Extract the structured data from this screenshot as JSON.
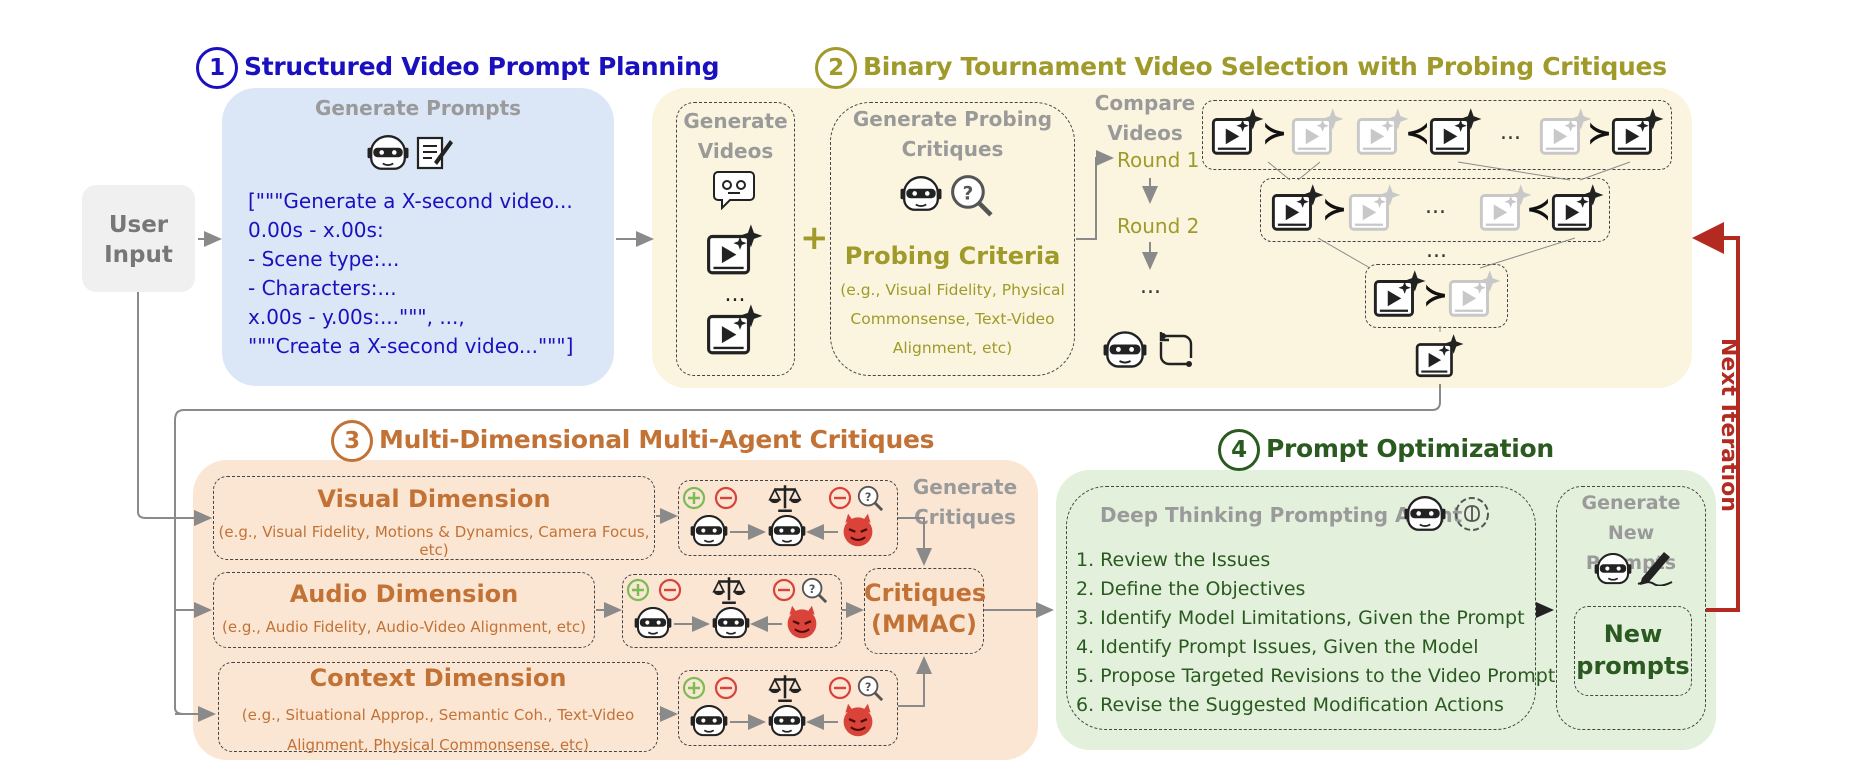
{
  "user_input": {
    "label_line1": "User",
    "label_line2": "Input"
  },
  "stage1": {
    "number": "1",
    "title": "Structured Video Prompt Planning",
    "header": "Generate Prompts",
    "prompt_lines": [
      "[\"\"\"Generate a X-second video...",
      "0.00s - x.00s:",
      "- Scene type:...",
      "- Characters:...",
      "x.00s - y.00s:...\"\"\", ...,",
      "\"\"\"Create a X-second video...\"\"\"]"
    ]
  },
  "stage2": {
    "number": "2",
    "title": "Binary Tournament Video Selection with Probing Critiques",
    "generate_videos_line1": "Generate",
    "generate_videos_line2": "Videos",
    "ellipsis": "...",
    "plus": "+",
    "probing_header_line1": "Generate Probing",
    "probing_header_line2": "Critiques",
    "probing_criteria": "Probing Criteria",
    "probing_examples": [
      "(e.g., Visual Fidelity, Physical",
      "Commonsense, Text-Video",
      "Alignment, etc)"
    ],
    "compare_line1": "Compare",
    "compare_line2": "Videos",
    "round1": "Round 1",
    "round2": "Round 2",
    "round_ellipsis": "...",
    "bracket_ellipsis": "...",
    "gt": "≻",
    "lt": "≺"
  },
  "stage3": {
    "number": "3",
    "title": "Multi-Dimensional Multi-Agent Critiques",
    "visual_title": "Visual Dimension",
    "visual_desc": "(e.g., Visual Fidelity, Motions & Dynamics, Camera Focus, etc)",
    "audio_title": "Audio Dimension",
    "audio_desc": "(e.g., Audio Fidelity, Audio-Video Alignment, etc)",
    "context_title": "Context Dimension",
    "context_desc_line1": "(e.g., Situational Approp., Semantic Coh., Text-Video",
    "context_desc_line2": "Alignment, Physical Commonsense, etc)",
    "generate_critiques_line1": "Generate",
    "generate_critiques_line2": "Critiques",
    "critiques_line1": "Critiques",
    "critiques_line2": "(MMAC)"
  },
  "stage4": {
    "number": "4",
    "title": "Prompt Optimization",
    "agent_header": "Deep Thinking Prompting Agent",
    "steps": [
      "1. Review the Issues",
      "2. Define the Objectives",
      "3. Identify Model Limitations, Given the Prompt",
      "4. Identify Prompt Issues, Given the Model",
      "5. Propose Targeted Revisions to the Video Prompt",
      "6. Revise the Suggested Modification Actions"
    ],
    "gen_new_line1": "Generate New",
    "gen_new_line2": "Prompts",
    "new_prompts_line1": "New",
    "new_prompts_line2": "prompts"
  },
  "next_iteration": "Next Iteration",
  "colors": {
    "blue_panel": "#dbe6f6",
    "yellow_panel": "#fbf5df",
    "orange_panel": "#fae6d3",
    "green_panel": "#e2f0dc",
    "blue_text": "#1a10c0",
    "yellow_text": "#a09a2a",
    "orange_text": "#c37236",
    "green_text": "#2a5a20",
    "red_arrow": "#b22a20"
  }
}
